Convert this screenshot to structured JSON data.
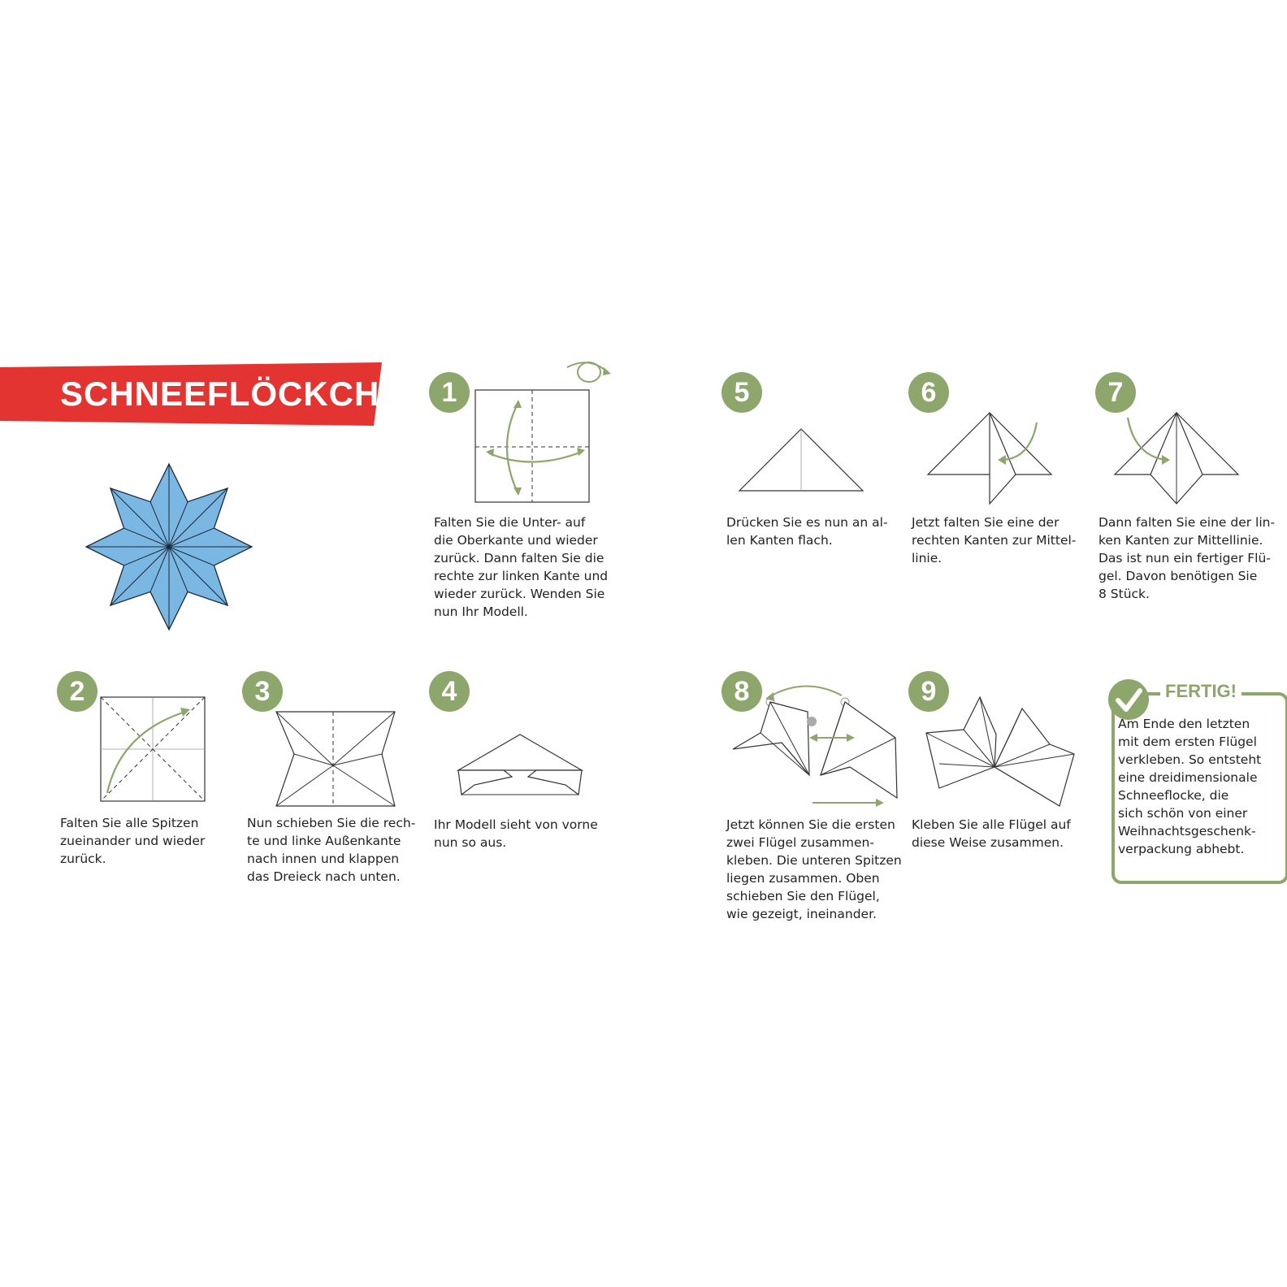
{
  "title": "SCHNEEFLÖCKCHEN",
  "colors": {
    "banner": "#e43431",
    "accent": "#8ca66b",
    "flake": "#7ab7e2"
  },
  "steps": [
    {
      "num": "1",
      "text": "Falten Sie die Unter- auf\ndie Oberkante und wieder\nzurück. Dann falten Sie die\nrechte zur linken Kante und\nwieder zurück. Wenden Sie\nnun Ihr Modell."
    },
    {
      "num": "2",
      "text": "Falten Sie alle Spitzen\nzueinander und wieder\nzurück."
    },
    {
      "num": "3",
      "text": "Nun schieben Sie die rech-\nte und linke Außenkante\nnach innen und klappen\ndas Dreieck nach unten."
    },
    {
      "num": "4",
      "text": "Ihr Modell sieht von vorne\nnun so aus."
    },
    {
      "num": "5",
      "text": "Drücken Sie es nun an al-\nlen Kanten flach."
    },
    {
      "num": "6",
      "text": "Jetzt falten Sie eine der\nrechten Kanten zur Mittel-\nlinie."
    },
    {
      "num": "7",
      "text": "Dann falten Sie eine der lin-\nken Kanten zur Mittellinie.\nDas ist nun ein fertiger Flü-\ngel. Davon benötigen Sie\n8 Stück."
    },
    {
      "num": "8",
      "text": "Jetzt können Sie die ersten\nzwei Flügel zusammen-\nkleben. Die unteren Spitzen\nliegen zusammen. Oben\nschieben Sie den Flügel,\nwie gezeigt, ineinander."
    },
    {
      "num": "9",
      "text": "Kleben Sie alle Flügel auf\ndiese Weise zusammen."
    }
  ],
  "fertig": {
    "label": "FERTIG!",
    "text": "Am Ende den letzten\nmit dem ersten Flügel\nverkleben. So entsteht\neine dreidimensionale\nSchneeflocke, die\nsich schön von einer\nWeihnachtsgeschenk-\nverpackung abhebt.",
    "icon": "check-icon"
  }
}
